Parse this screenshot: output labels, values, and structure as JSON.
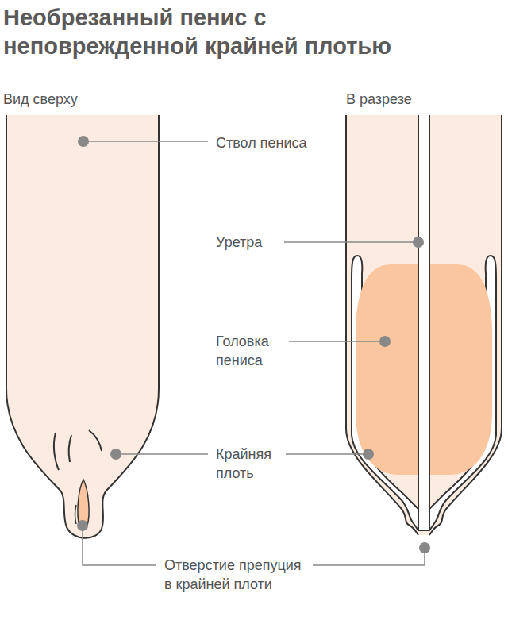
{
  "diagram": {
    "title": "Необрезанный пенис с неповрежденной крайней плотью",
    "labels": [
      "Вид сверху",
      "В разрезе",
      "Ствол пениса",
      "Уретра",
      "Головка пениса",
      "Крайняя плоть",
      "Отверстие препуция в крайней плоти"
    ]
  }
}
